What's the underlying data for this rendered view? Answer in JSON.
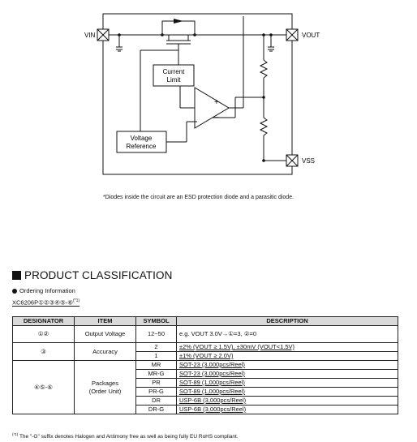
{
  "diagram": {
    "pins": {
      "vin": "VIN",
      "vout": "VOUT",
      "vss": "VSS"
    },
    "current_limit": [
      "Current",
      "Limit"
    ],
    "voltage_reference": [
      "Voltage",
      "Reference"
    ],
    "amp_plus": "+",
    "amp_minus": "−",
    "note": "*Diodes inside the circuit are an ESD protection diode and a parasitic diode."
  },
  "section": {
    "title": "PRODUCT CLASSIFICATION"
  },
  "ordering": {
    "label": "Ordering Information",
    "code": "XC6206P①②③④⑤-⑥",
    "code_mark": "(*1)"
  },
  "table": {
    "headers": [
      "DESIGNATOR",
      "ITEM",
      "SYMBOL",
      "DESCRIPTION"
    ],
    "output_voltage": {
      "designator": "①②",
      "item": "Output Voltage",
      "symbol": "12~50",
      "description": "e.g. VOUT 3.0V→①=3, ②=0"
    },
    "accuracy": {
      "designator": "③",
      "item": "Accuracy",
      "rows": [
        {
          "symbol": "2",
          "description": "±2% (VOUT ≥ 1.5V), ±30mV (VOUT<1.5V)"
        },
        {
          "symbol": "1",
          "description": "±1% (VOUT ≥ 2.0V)"
        }
      ]
    },
    "packages": {
      "designator": "④⑤-⑥",
      "item_line1": "Packages",
      "item_line2": "(Order Unit)",
      "rows": [
        {
          "symbol": "MR",
          "description": "SOT-23 (3,000pcs/Reel)"
        },
        {
          "symbol": "MR-G",
          "description": "SOT-23 (3,000pcs/Reel)"
        },
        {
          "symbol": "PR",
          "description": "SOT-89 (1,000pcs/Reel)"
        },
        {
          "symbol": "PR-G",
          "description": "SOT-89 (1,000pcs/Reel)"
        },
        {
          "symbol": "DR",
          "description": "USP-6B (3,000pcs/Reel)"
        },
        {
          "symbol": "DR-G",
          "description": "USP-6B (3,000pcs/Reel)"
        }
      ]
    }
  },
  "footnote": {
    "mark": "(*1)",
    "text": " The \"-G\" suffix denotes Halogen and Antimony free as well as being fully EU RoHS compliant."
  }
}
